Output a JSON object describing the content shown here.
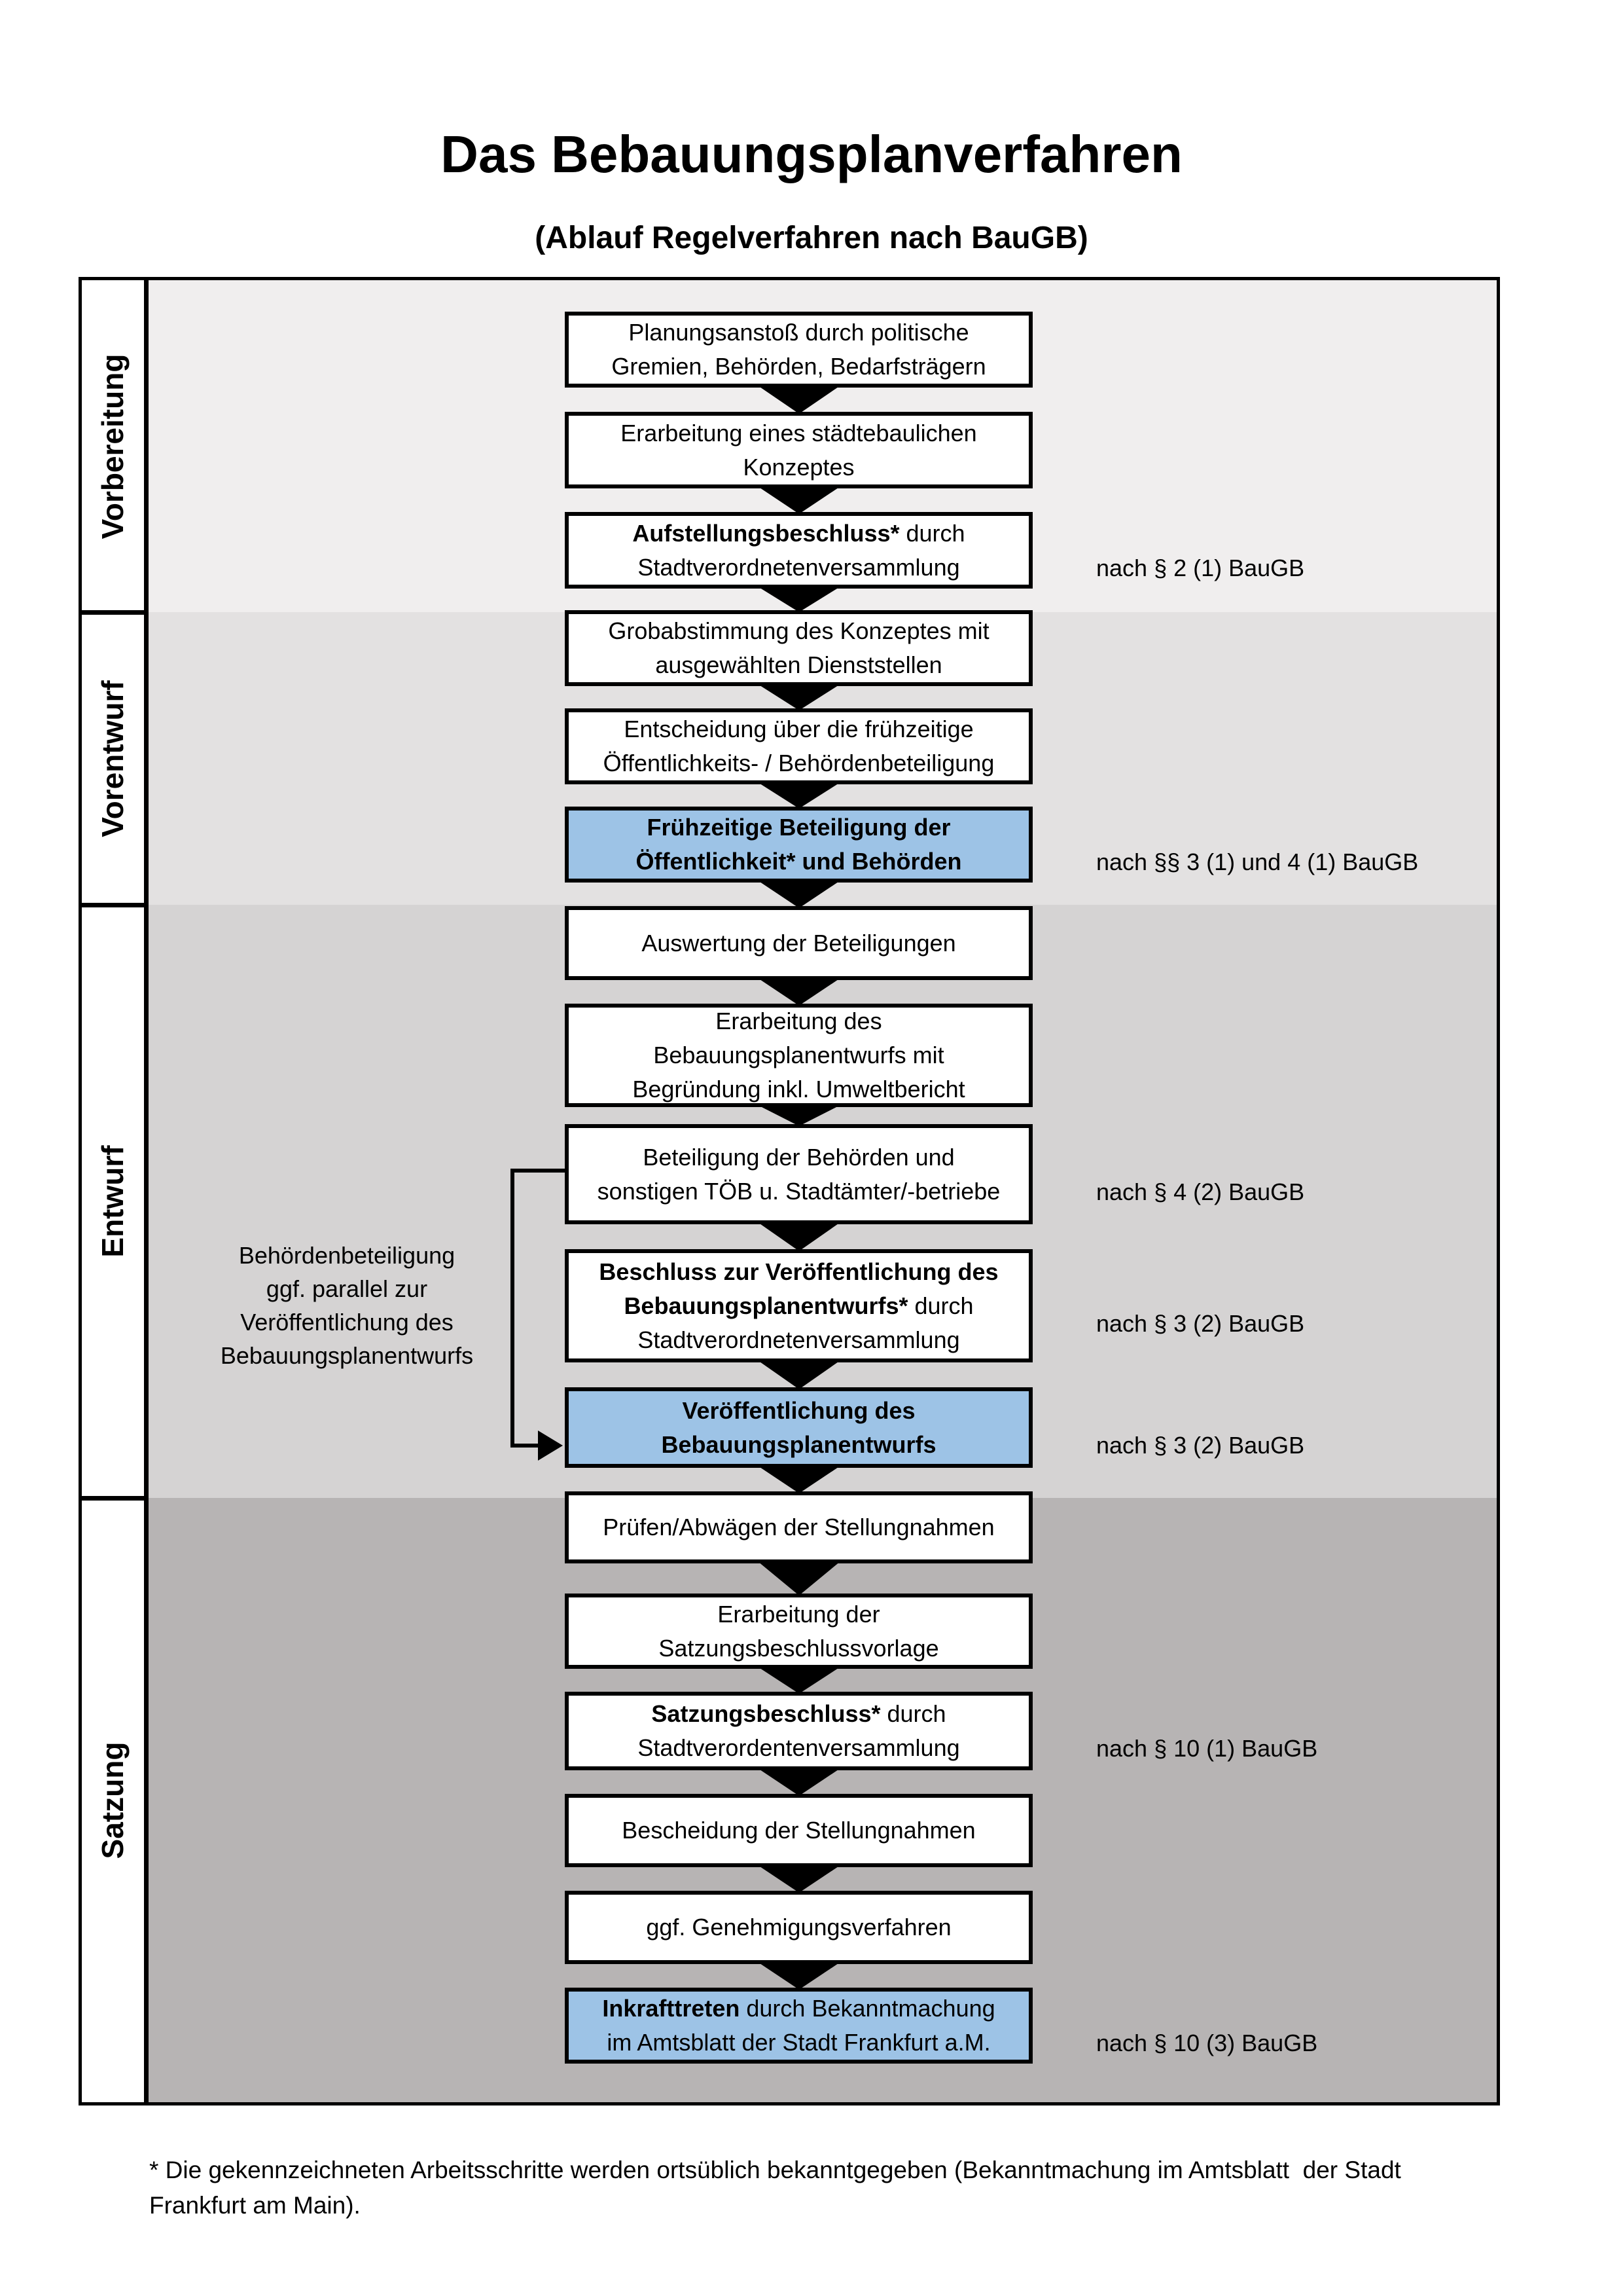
{
  "title": "Das Bebauungsplanverfahren",
  "subtitle": "(Ablauf Regelverfahren nach BauGB)",
  "colors": {
    "highlight_box": "#9dc3e6",
    "box_background": "#ffffff",
    "box_border": "#000000",
    "phase_backgrounds": [
      "#f0eeee",
      "#e3e1e1",
      "#d5d3d3",
      "#b7b4b4"
    ]
  },
  "phases": [
    {
      "label": "Vorbereitung"
    },
    {
      "label": "Vorentwurf"
    },
    {
      "label": "Entwurf"
    },
    {
      "label": "Satzung"
    }
  ],
  "steps": [
    {
      "highlight": false,
      "lines": [
        [
          [
            "Planungsanstoß durch politische",
            false
          ]
        ],
        [
          [
            "Gremien, Behörden, Bedarfsträgern",
            false
          ]
        ]
      ]
    },
    {
      "highlight": false,
      "lines": [
        [
          [
            "Erarbeitung eines städtebaulichen",
            false
          ]
        ],
        [
          [
            "Konzeptes",
            false
          ]
        ]
      ]
    },
    {
      "highlight": false,
      "annotation": "nach § 2 (1) BauGB",
      "lines": [
        [
          [
            "Aufstellungsbeschluss*",
            true
          ],
          [
            " durch",
            false
          ]
        ],
        [
          [
            "Stadtverordnetenversammlung",
            false
          ]
        ]
      ]
    },
    {
      "highlight": false,
      "lines": [
        [
          [
            "Grobabstimmung des Konzeptes mit",
            false
          ]
        ],
        [
          [
            "ausgewählten Dienststellen",
            false
          ]
        ]
      ]
    },
    {
      "highlight": false,
      "lines": [
        [
          [
            "Entscheidung über die frühzeitige",
            false
          ]
        ],
        [
          [
            "Öffentlichkeits- / Behördenbeteiligung",
            false
          ]
        ]
      ]
    },
    {
      "highlight": true,
      "annotation": "nach §§ 3 (1) und 4 (1) BauGB",
      "lines": [
        [
          [
            "Frühzeitige Beteiligung der",
            true
          ]
        ],
        [
          [
            "Öffentlichkeit* und Behörden",
            true
          ]
        ]
      ]
    },
    {
      "highlight": false,
      "lines": [
        [
          [
            "Auswertung der Beteiligungen",
            false
          ]
        ]
      ]
    },
    {
      "highlight": false,
      "lines": [
        [
          [
            "Erarbeitung des",
            false
          ]
        ],
        [
          [
            "Bebauungsplanentwurfs mit",
            false
          ]
        ],
        [
          [
            "Begründung inkl. Umweltbericht",
            false
          ]
        ]
      ]
    },
    {
      "highlight": false,
      "annotation": "nach § 4 (2) BauGB",
      "lines": [
        [
          [
            "Beteiligung der Behörden und",
            false
          ]
        ],
        [
          [
            "sonstigen TÖB u. Stadtämter/-betriebe",
            false
          ]
        ]
      ]
    },
    {
      "highlight": false,
      "annotation": "nach § 3 (2) BauGB",
      "lines": [
        [
          [
            "Beschluss zur Veröffentlichung des",
            true
          ]
        ],
        [
          [
            "Bebauungsplanentwurfs*",
            true
          ],
          [
            " durch",
            false
          ]
        ],
        [
          [
            "Stadtverordnetenversammlung",
            false
          ]
        ]
      ]
    },
    {
      "highlight": true,
      "annotation": "nach § 3 (2) BauGB",
      "lines": [
        [
          [
            "Veröffentlichung des",
            true
          ]
        ],
        [
          [
            "Bebauungsplanentwurfs",
            true
          ]
        ]
      ]
    },
    {
      "highlight": false,
      "lines": [
        [
          [
            "Prüfen/Abwägen der Stellungnahmen",
            false
          ]
        ]
      ]
    },
    {
      "highlight": false,
      "lines": [
        [
          [
            "Erarbeitung der",
            false
          ]
        ],
        [
          [
            "Satzungsbeschlussvorlage",
            false
          ]
        ]
      ]
    },
    {
      "highlight": false,
      "annotation": "nach § 10 (1) BauGB",
      "lines": [
        [
          [
            "Satzungsbeschluss*",
            true
          ],
          [
            " durch",
            false
          ]
        ],
        [
          [
            "Stadtverordentenversammlung",
            false
          ]
        ]
      ]
    },
    {
      "highlight": false,
      "lines": [
        [
          [
            "Bescheidung der Stellungnahmen",
            false
          ]
        ]
      ]
    },
    {
      "highlight": false,
      "lines": [
        [
          [
            "ggf. Genehmigungsverfahren",
            false
          ]
        ]
      ]
    },
    {
      "highlight": true,
      "annotation": "nach § 10 (3) BauGB",
      "lines": [
        [
          [
            "Inkrafttreten",
            true
          ],
          [
            " durch Bekanntmachung",
            false
          ]
        ],
        [
          [
            "im Amtsblatt der Stadt Frankfurt a.M.",
            false
          ]
        ]
      ]
    }
  ],
  "side_note": {
    "lines": [
      "Behördenbeteiligung",
      "ggf. parallel zur",
      "Veröffentlichung des",
      "Bebauungsplanentwurfs"
    ]
  },
  "footnote": {
    "lines": [
      "* Die gekennzeichneten Arbeitsschritte werden ortsüblich bekanntgegeben (Bekanntmachung im Amtsblatt  der Stadt",
      "Frankfurt am Main)."
    ]
  }
}
